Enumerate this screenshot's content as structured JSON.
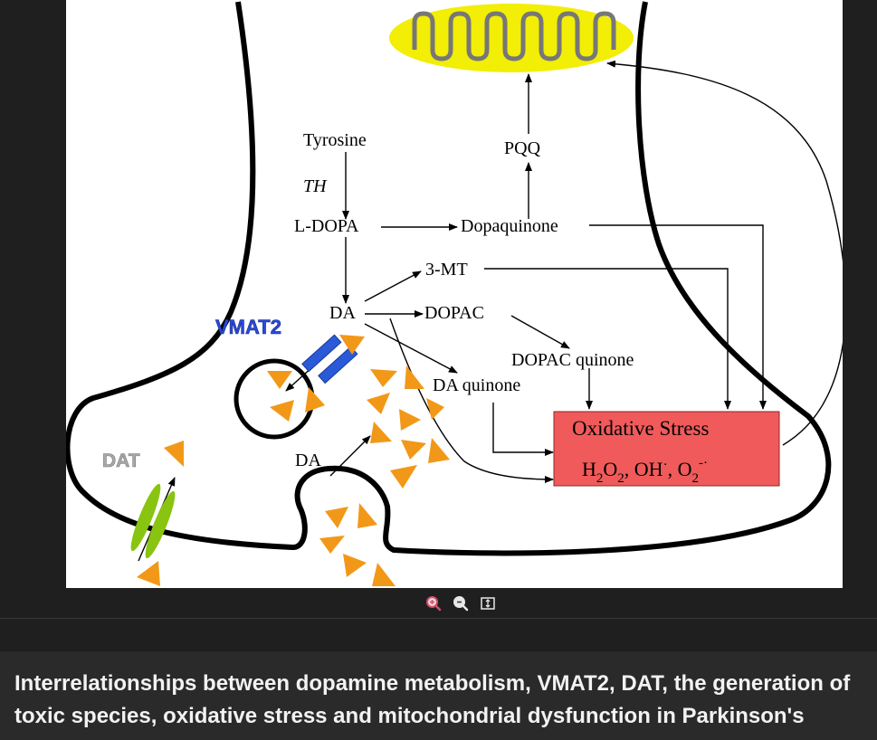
{
  "figure": {
    "labels": {
      "tyrosine": "Tyrosine",
      "th": "TH",
      "ldopa": "L-DOPA",
      "dopaquinone": "Dopaquinone",
      "pqq": "PQQ",
      "three_mt": "3-MT",
      "da": "DA",
      "dopac": "DOPAC",
      "dopac_quinone": "DOPAC quinone",
      "da_quinone": "DA quinone",
      "vmat2": "VMAT2",
      "dat": "DAT",
      "da_release": "DA",
      "oxidative_stress": "Oxidative Stress",
      "ros_h": "H",
      "ros_2a": "2",
      "ros_o": "O",
      "ros_2b": "2",
      "ros_oh": ", OH",
      "ros_dot": "·",
      "ros_comma": ", O",
      "ros_2c": "2",
      "ros_radical": "-·"
    },
    "colors": {
      "mito_fill": "#f2ee05",
      "stress_box": "#f05a5a",
      "vmat2_blue": "#2a5ad8",
      "dat_green": "#88c410",
      "dopamine_orange": "#f29818",
      "dat_label_gray": "#a0a0a0"
    }
  },
  "toolbar": {
    "zoom_in_icon": "zoom-in-icon",
    "zoom_out_icon": "zoom-out-icon",
    "fit_icon": "fit-height-icon"
  },
  "caption": {
    "text": "Interrelationships between dopamine metabolism, VMAT2, DAT, the generation of toxic species, oxidative stress and mitochondrial dysfunction in Parkinson's"
  }
}
